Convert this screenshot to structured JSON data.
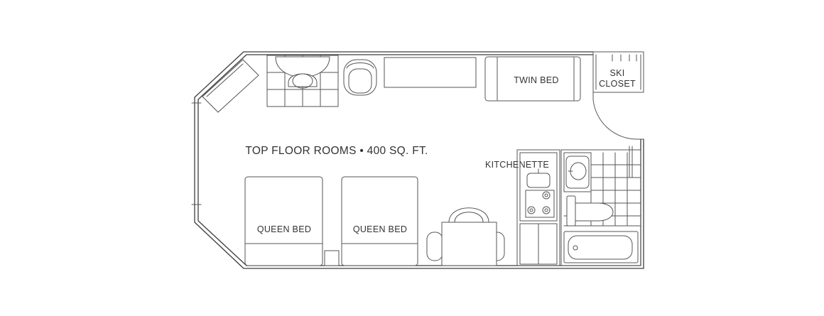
{
  "plan": {
    "title": "TOP FLOOR ROOMS • 400 SQ. FT.",
    "labels": {
      "twin_bed": "TWIN BED",
      "ski_closet_line1": "SKI",
      "ski_closet_line2": "CLOSET",
      "kitchenette": "KITCHENETTE",
      "queen_bed_1": "QUEEN BED",
      "queen_bed_2": "QUEEN BED"
    },
    "line_color": "#3d3d3d"
  }
}
